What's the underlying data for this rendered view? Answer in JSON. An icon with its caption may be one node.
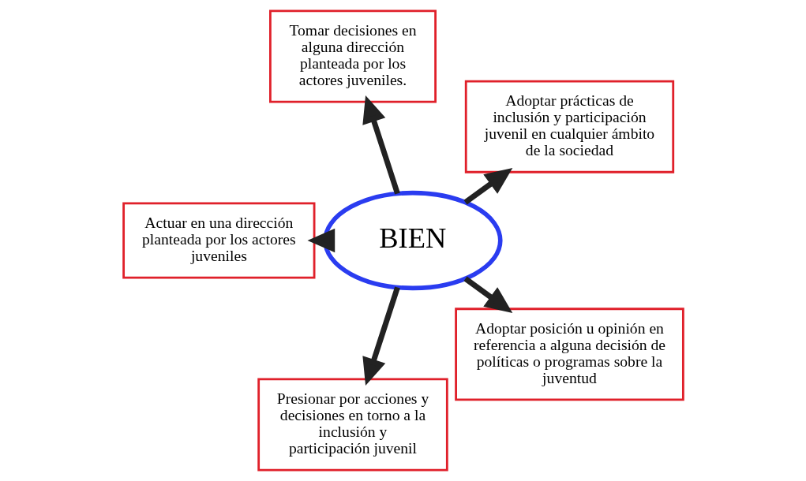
{
  "diagram": {
    "nodes": [
      {
        "text": [
          "BIEN"
        ]
      },
      {
        "text": [
          "Adoptar prácticas de inclusión y participación juvenil en cualquier ámbito de la sociedad"
        ]
      },
      {
        "text": [
          "Tomar decisiones en alguna dirección planteada por los actores juveniles."
        ]
      },
      {
        "text": [
          "Actuar en una dirección planteada por los actores juveniles"
        ]
      },
      {
        "text": [
          "Presionar por acciones y decisiones en torno a la inclusión y participación juvenil"
        ]
      },
      {
        "text": [
          "Adoptar posición u opinión en referencia a alguna decisión de políticas o programas sobre la juventud"
        ]
      }
    ],
    "edges": [
      {
        "from": 0,
        "to": 1,
        "arrow": "to"
      },
      {
        "from": 0,
        "to": 2,
        "arrow": "to"
      },
      {
        "from": 0,
        "to": 3,
        "arrow": "to"
      },
      {
        "from": 0,
        "to": 4,
        "arrow": "to"
      },
      {
        "from": 0,
        "to": 5,
        "arrow": "to"
      }
    ]
  }
}
